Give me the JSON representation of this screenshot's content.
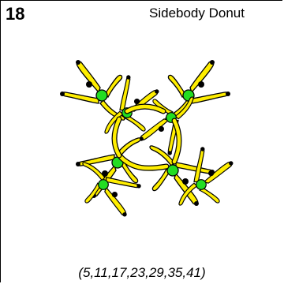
{
  "card": {
    "number": "18",
    "title": "Sidebody Donut",
    "caption": "(5,11,17,23,29,35,41)"
  },
  "figure": {
    "colors": {
      "body": "#ffee00",
      "joint": "#22dd22",
      "head": "#000000",
      "outline": "#000000"
    },
    "groups": [
      {
        "name": "top-left"
      },
      {
        "name": "top-right"
      },
      {
        "name": "bottom-left"
      },
      {
        "name": "bottom-right"
      }
    ]
  }
}
